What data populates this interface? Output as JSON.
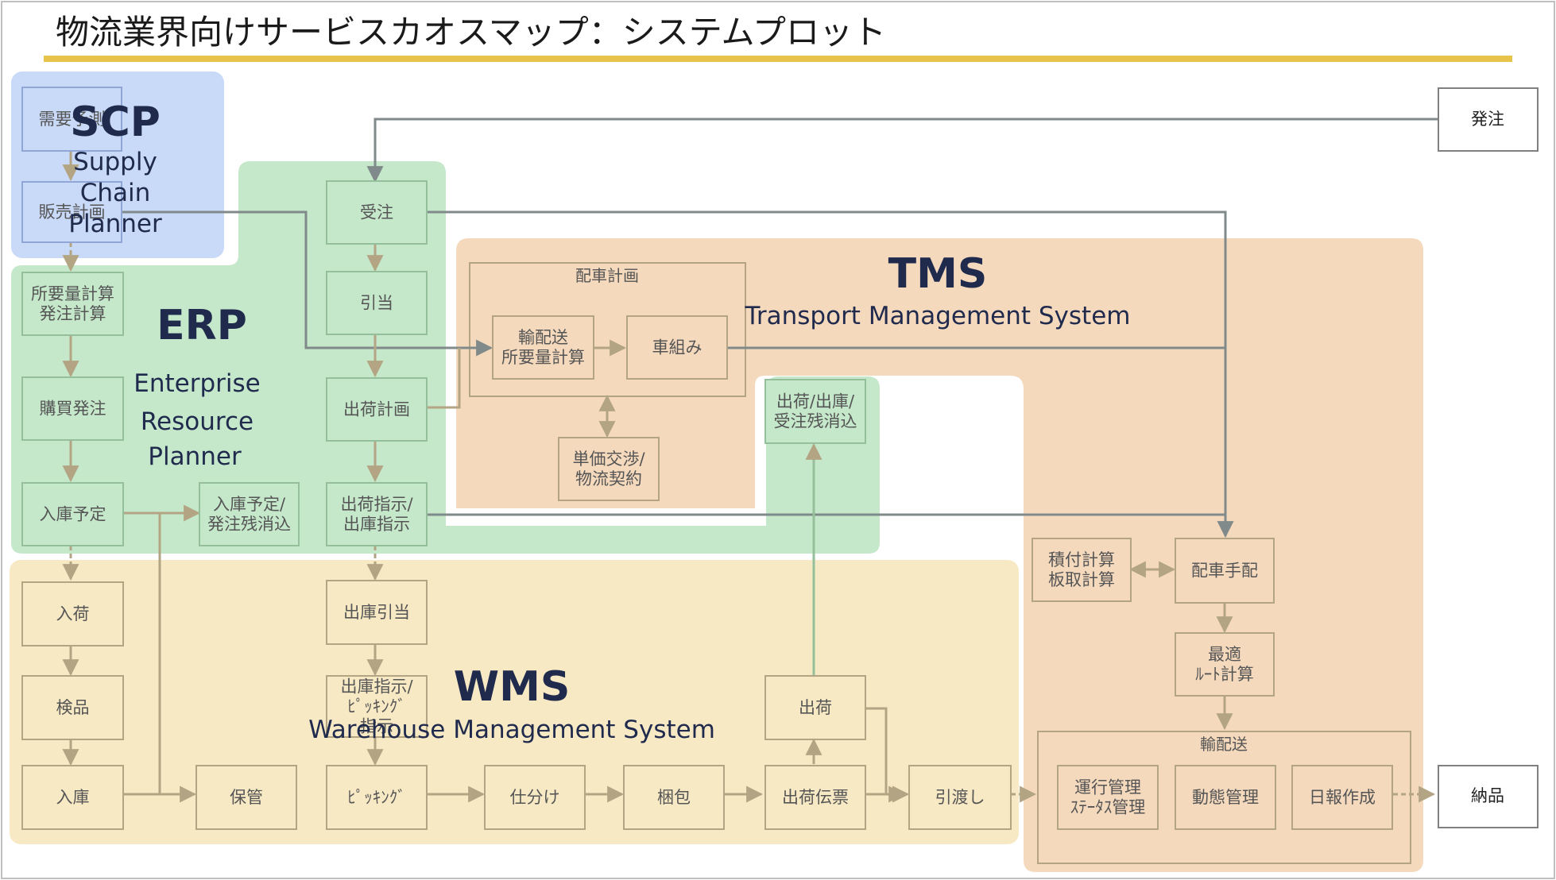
{
  "title": "物流業界向けサービスカオスマップ：システムプロット",
  "colors": {
    "accent_line": "#E8C34A",
    "scp": "#C9D9F8",
    "erp": "#C5E8CB",
    "tms": "#F4D9BD",
    "wms": "#F8E9C5",
    "arrow_gray": "#808A8A",
    "arrow_tan": "#B3A584",
    "region_text": "#1F2A4D"
  },
  "regions": {
    "scp": {
      "abbr": "SCP",
      "name_lines": [
        "Supply",
        "Chain",
        "Planner"
      ]
    },
    "erp": {
      "abbr": "ERP",
      "name_lines": [
        "Enterprise",
        "Resource",
        "Planner"
      ]
    },
    "tms": {
      "abbr": "TMS",
      "name_lines": [
        "Transport Management System"
      ]
    },
    "wms": {
      "abbr": "WMS",
      "name_lines": [
        "Warehouse Management System"
      ]
    }
  },
  "boxes": {
    "demand_forecast": [
      "需要予測"
    ],
    "sales_plan": [
      "販売計画"
    ],
    "mrp": [
      "所要量計算",
      "発注計算"
    ],
    "purchase_order": [
      "購買発注"
    ],
    "receipt_schedule": [
      "入庫予定"
    ],
    "receipt_clear": [
      "入庫予定/",
      "発注残消込"
    ],
    "order_received": [
      "受注"
    ],
    "allocation": [
      "引当"
    ],
    "shipping_plan": [
      "出荷計画"
    ],
    "shipping_instruction": [
      "出荷指示/",
      "出庫指示"
    ],
    "shipping_clear": [
      "出荷/出庫/",
      "受注残消込"
    ],
    "delivery_requirement": [
      "輸配送",
      "所要量計算"
    ],
    "vehicle_combination": [
      "車組み"
    ],
    "rate_negotiation": [
      "単価交渉/",
      "物流契約"
    ],
    "load_calc": [
      "積付計算",
      "板取計算"
    ],
    "vehicle_dispatch": [
      "配車手配"
    ],
    "optimal_route": [
      "最適",
      "ﾙｰﾄ計算"
    ],
    "operation_mgmt": [
      "運行管理",
      "ｽﾃｰﾀｽ管理"
    ],
    "dynamic_mgmt": [
      "動態管理"
    ],
    "daily_report": [
      "日報作成"
    ],
    "arrival": [
      "入荷"
    ],
    "inspection": [
      "検品"
    ],
    "stock_in": [
      "入庫"
    ],
    "storage": [
      "保管"
    ],
    "outbound_allocation": [
      "出庫引当"
    ],
    "picking_instruction": [
      "出庫指示/",
      "ﾋﾟｯｷﾝｸﾞ",
      "指示"
    ],
    "picking": [
      "ﾋﾟｯｷﾝｸﾞ"
    ],
    "sorting": [
      "仕分け"
    ],
    "packing": [
      "梱包"
    ],
    "shipping_slip": [
      "出荷伝票"
    ],
    "shipment": [
      "出荷"
    ],
    "handover": [
      "引渡し"
    ]
  },
  "groups": {
    "dispatch_plan": "配車計画",
    "transport": "輸配送"
  },
  "external": {
    "order_placement": "発注",
    "delivery": "納品"
  }
}
